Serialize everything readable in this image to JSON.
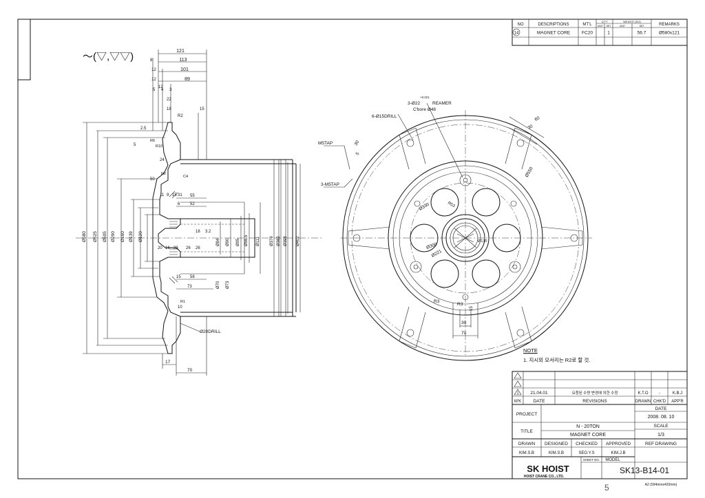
{
  "page_number": "5",
  "surface_symbol": "～(▽,▽▽)",
  "parts_list": {
    "headers": {
      "no": "NO",
      "descriptions": "DESCRIPTIONS",
      "mtl": "MT'L",
      "qty": "Q'TY",
      "weight": "WEIGHT (KG)",
      "unit1": "UNIT",
      "set1": "SET",
      "unit2": "UNIT",
      "set2": "SET",
      "remarks": "REMARKS"
    },
    "row": {
      "no": "14",
      "description": "MAGNET CORE",
      "material": "FC20",
      "qty_set": "1",
      "weight_set": "56.7",
      "remarks": "Ø580x121"
    }
  },
  "section_view": {
    "top_dims": [
      "121",
      "113",
      "101",
      "89"
    ],
    "small_dims": [
      "8",
      "12",
      "12",
      "12",
      "5",
      "4",
      "3",
      "22",
      "18",
      "R2",
      "15",
      "2.5",
      "5",
      "R6",
      "R10",
      "24",
      "50",
      "R2",
      "C4",
      "11",
      "9",
      "15",
      "31",
      "55",
      "6",
      "52",
      "18",
      "3.2",
      "20",
      "16",
      "33",
      "26",
      "26",
      "15",
      "58",
      "73",
      "10",
      "R1",
      "17",
      "70"
    ],
    "vertical_dims": [
      "Ø580",
      "Ø525",
      "Ø505",
      "Ø290",
      "Ø160",
      "Ø139",
      "Ø120",
      "Ø84",
      "Ø90",
      "Ø95",
      "Ø98.5",
      "Ø111",
      "Ø379",
      "Ø382",
      "Ø398",
      "Ø402",
      "Ø70",
      "Ø73"
    ],
    "drill_label": "Ø20DRILL"
  },
  "front_view": {
    "reamer_line1": "3-Ø22",
    "reamer_tol": "+0.021",
    "reamer_line2": "REAMER",
    "cbore": "C'bore Ø48",
    "drill": "6-Ø15DRILL",
    "m5tap": "M5TAP",
    "m5tap3": "3-M5TAP",
    "dims": [
      "30",
      "5",
      "60",
      "30",
      "Ø550",
      "Ø330",
      "R53",
      "Ø300",
      "Ø221",
      "Ø130",
      "R3",
      "R3",
      "30",
      "70",
      "15"
    ]
  },
  "note": {
    "title": "NOTE",
    "line1": "1. 지시외 모서리는 R2로 할 것."
  },
  "revision": {
    "row1": {
      "mark": "1",
      "date": "21.04.01",
      "desc": "요청된 수량 변경에 의한 수정",
      "drawn": "K.T.O",
      "checked": "-",
      "approved": "K.B.J"
    },
    "headers": {
      "mk": "M'K",
      "date": "DATE",
      "revisions": "REVISIONS",
      "drawn": "DRAWN",
      "chkd": "CHK'D",
      "appr": "APP'R"
    }
  },
  "title_block": {
    "project_label": "PROJECT",
    "date_label": "DATE",
    "date_value": "2008. 08. 10",
    "title_label": "TITLE",
    "title_line1": "N - 20TON",
    "title_line2": "MAGNET CORE",
    "scale_label": "SCALE",
    "scale_value": "1/3",
    "roles": [
      "DRAWN",
      "DESIGNED",
      "CHECKED",
      "APPROVED"
    ],
    "ref_label": "REF DRAWING",
    "names": [
      "KIM.S.B",
      "KIM.S.B",
      "SEO.Y.S",
      "KIM.J.B"
    ],
    "company": "SK HOIST",
    "company_sub": "HOIST CRANE CO., LTD.",
    "sheet_no_label": "SHEET NO.",
    "model_label": "MODEL",
    "model_value": "SK13-B14-01",
    "paper": "A2 (594mmx420mm)"
  }
}
